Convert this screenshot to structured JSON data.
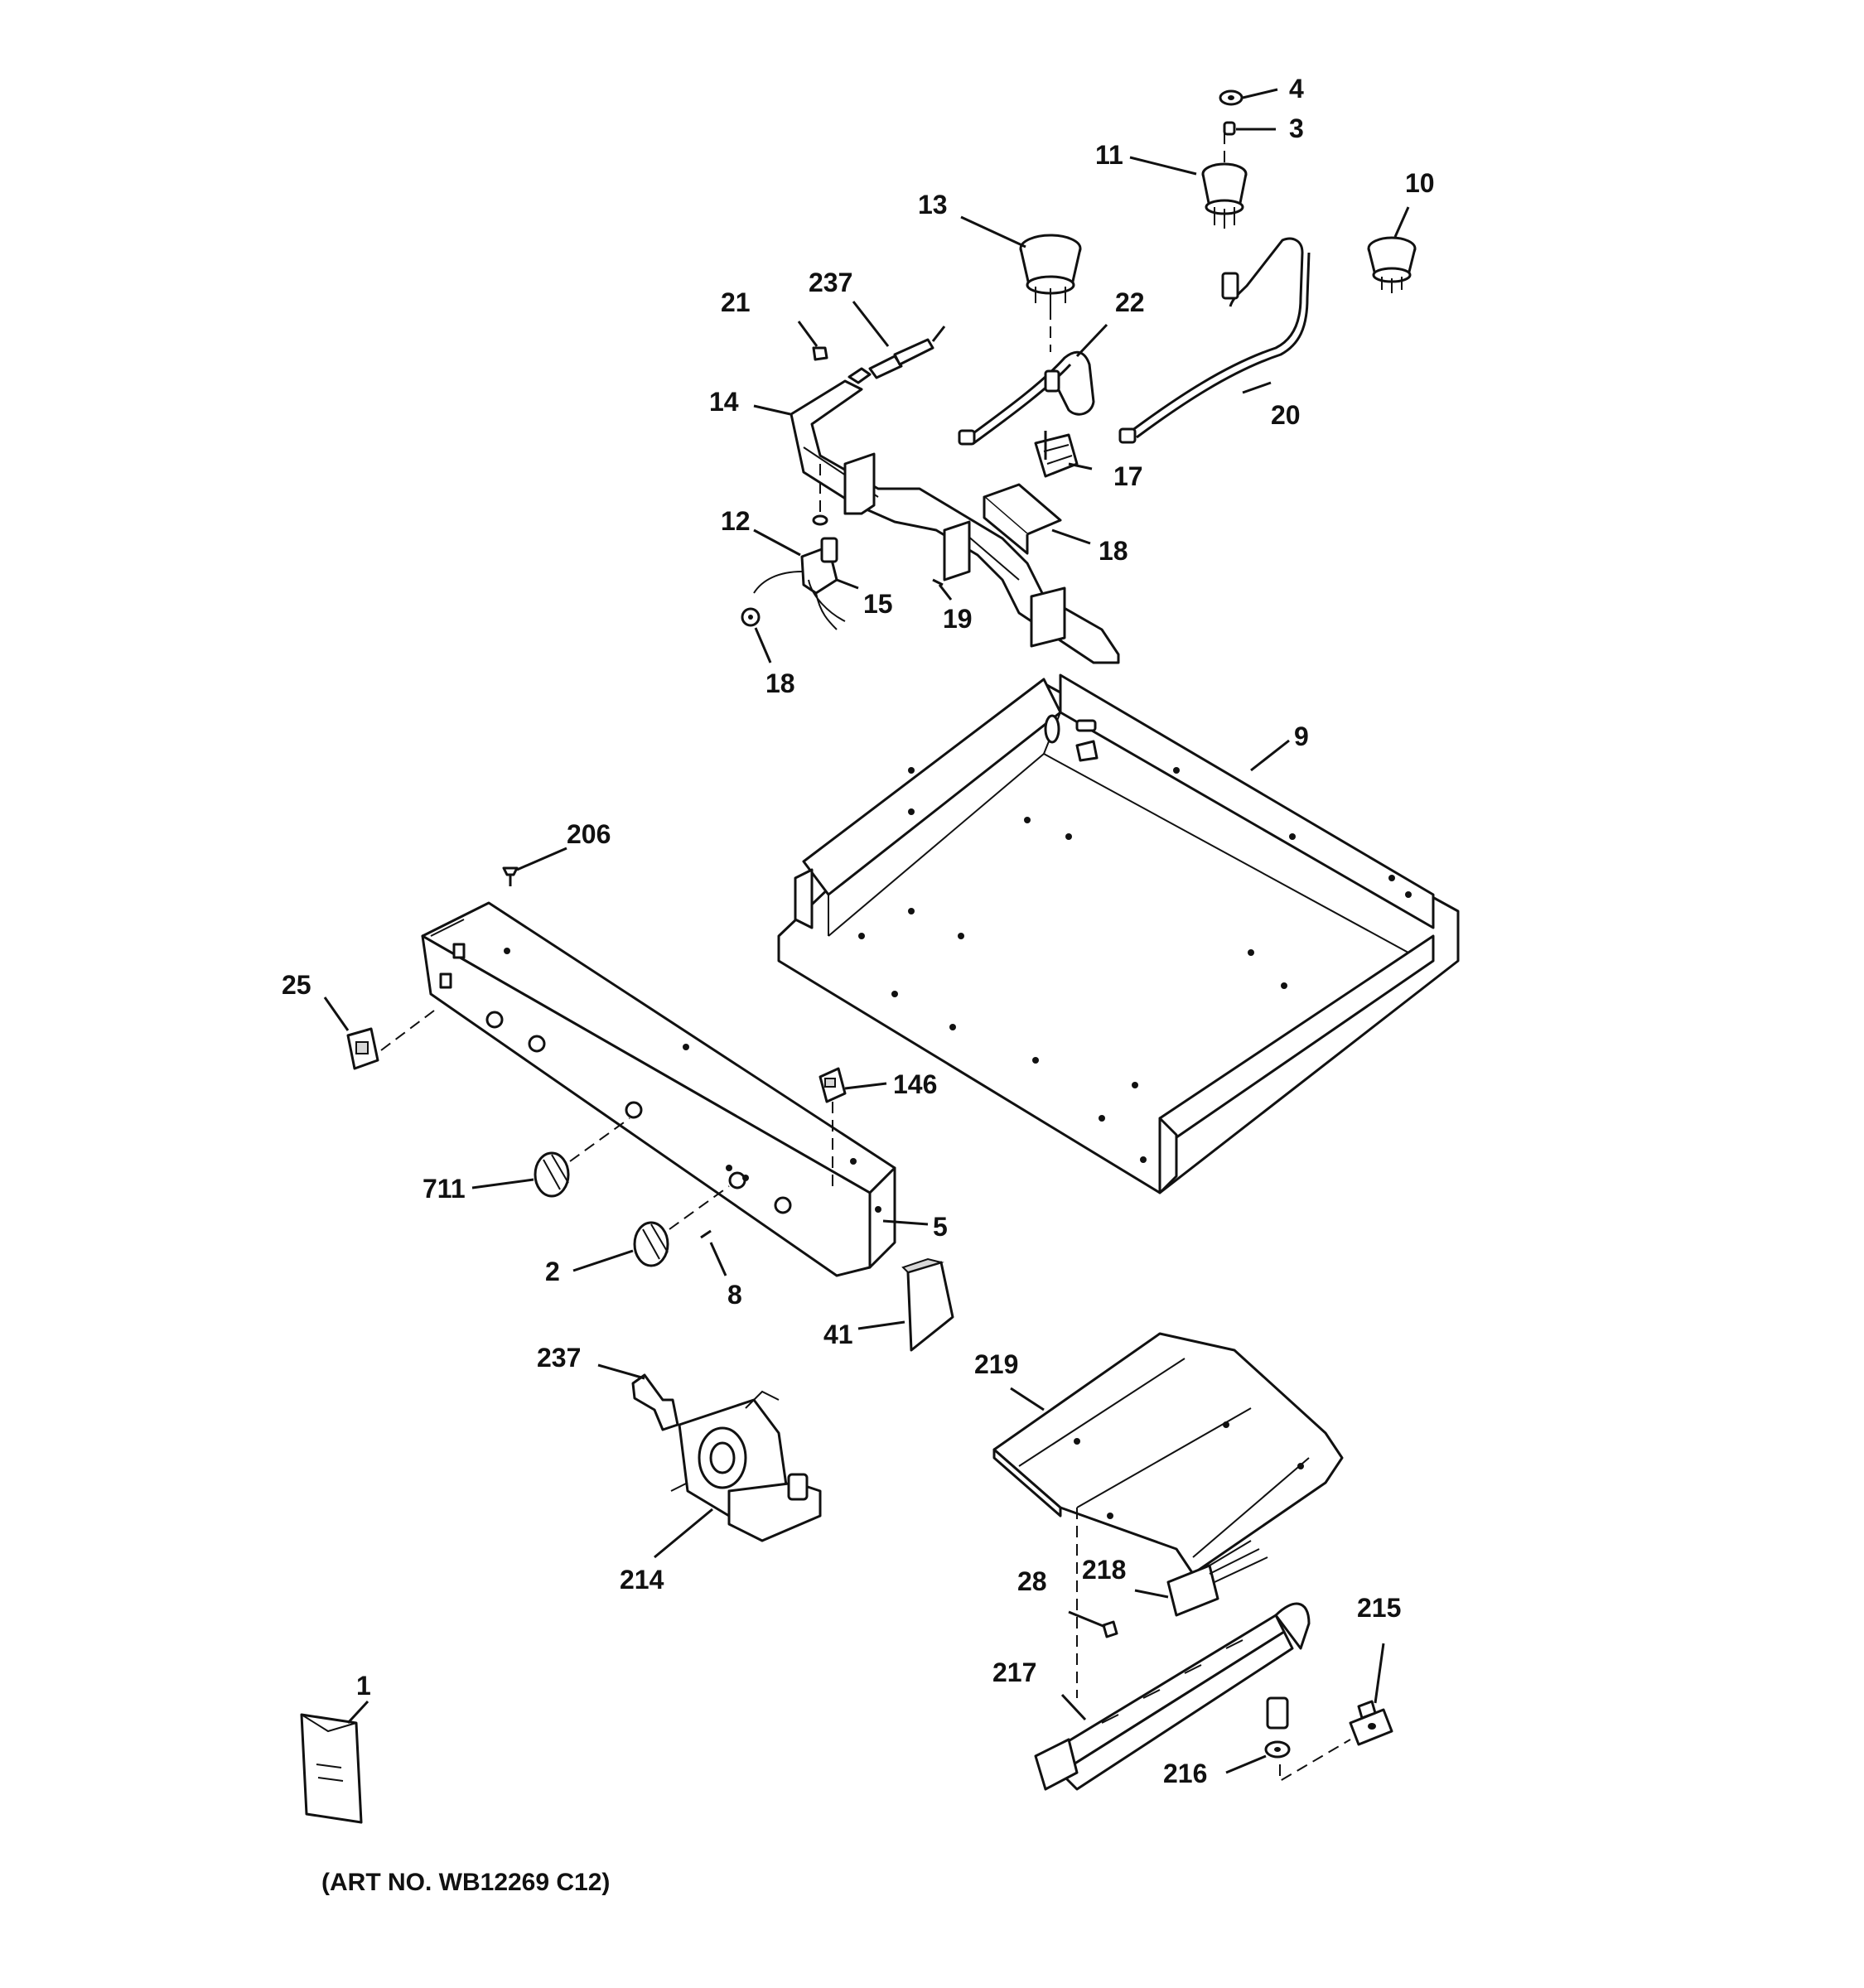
{
  "diagram": {
    "caption": "(ART NO. WB12269 C12)",
    "callouts": {
      "p4": "4",
      "p3": "3",
      "p11": "11",
      "p10": "10",
      "p13": "13",
      "p21": "21",
      "p237a": "237",
      "p22": "22",
      "p20": "20",
      "p14": "14",
      "p17": "17",
      "p18a": "18",
      "p12": "12",
      "p15": "15",
      "p19": "19",
      "p18b": "18",
      "p9": "9",
      "p206": "206",
      "p25": "25",
      "p146": "146",
      "p711": "711",
      "p5": "5",
      "p2": "2",
      "p8": "8",
      "p41": "41",
      "p237b": "237",
      "p219": "219",
      "p214": "214",
      "p28": "28",
      "p218": "218",
      "p215": "215",
      "p217": "217",
      "p216": "216",
      "p1": "1"
    }
  }
}
